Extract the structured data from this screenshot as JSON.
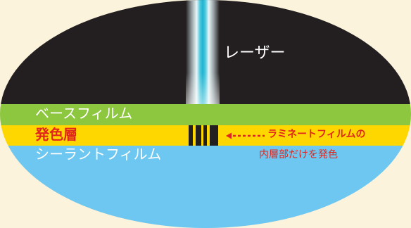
{
  "background_color": "#fbf3dc",
  "colors": {
    "chamber": "#231f20",
    "base_film": "#8dc63f",
    "emission_layer": "#ffd700",
    "sealant_film": "#6dc7f0",
    "laser_core": "#3bc4dc",
    "annotation_red": "#e0261c"
  },
  "laser": {
    "label": "レーザー"
  },
  "layers": {
    "base_film_label": "ベースフィルム",
    "emission_layer_label": "発色層",
    "sealant_film_label": "シーラントフィルム"
  },
  "annotation": {
    "line1": "ラミネートフィルムの",
    "line2": "内層部だけを発色",
    "arrow": "arrow-left-dashed-icon"
  }
}
